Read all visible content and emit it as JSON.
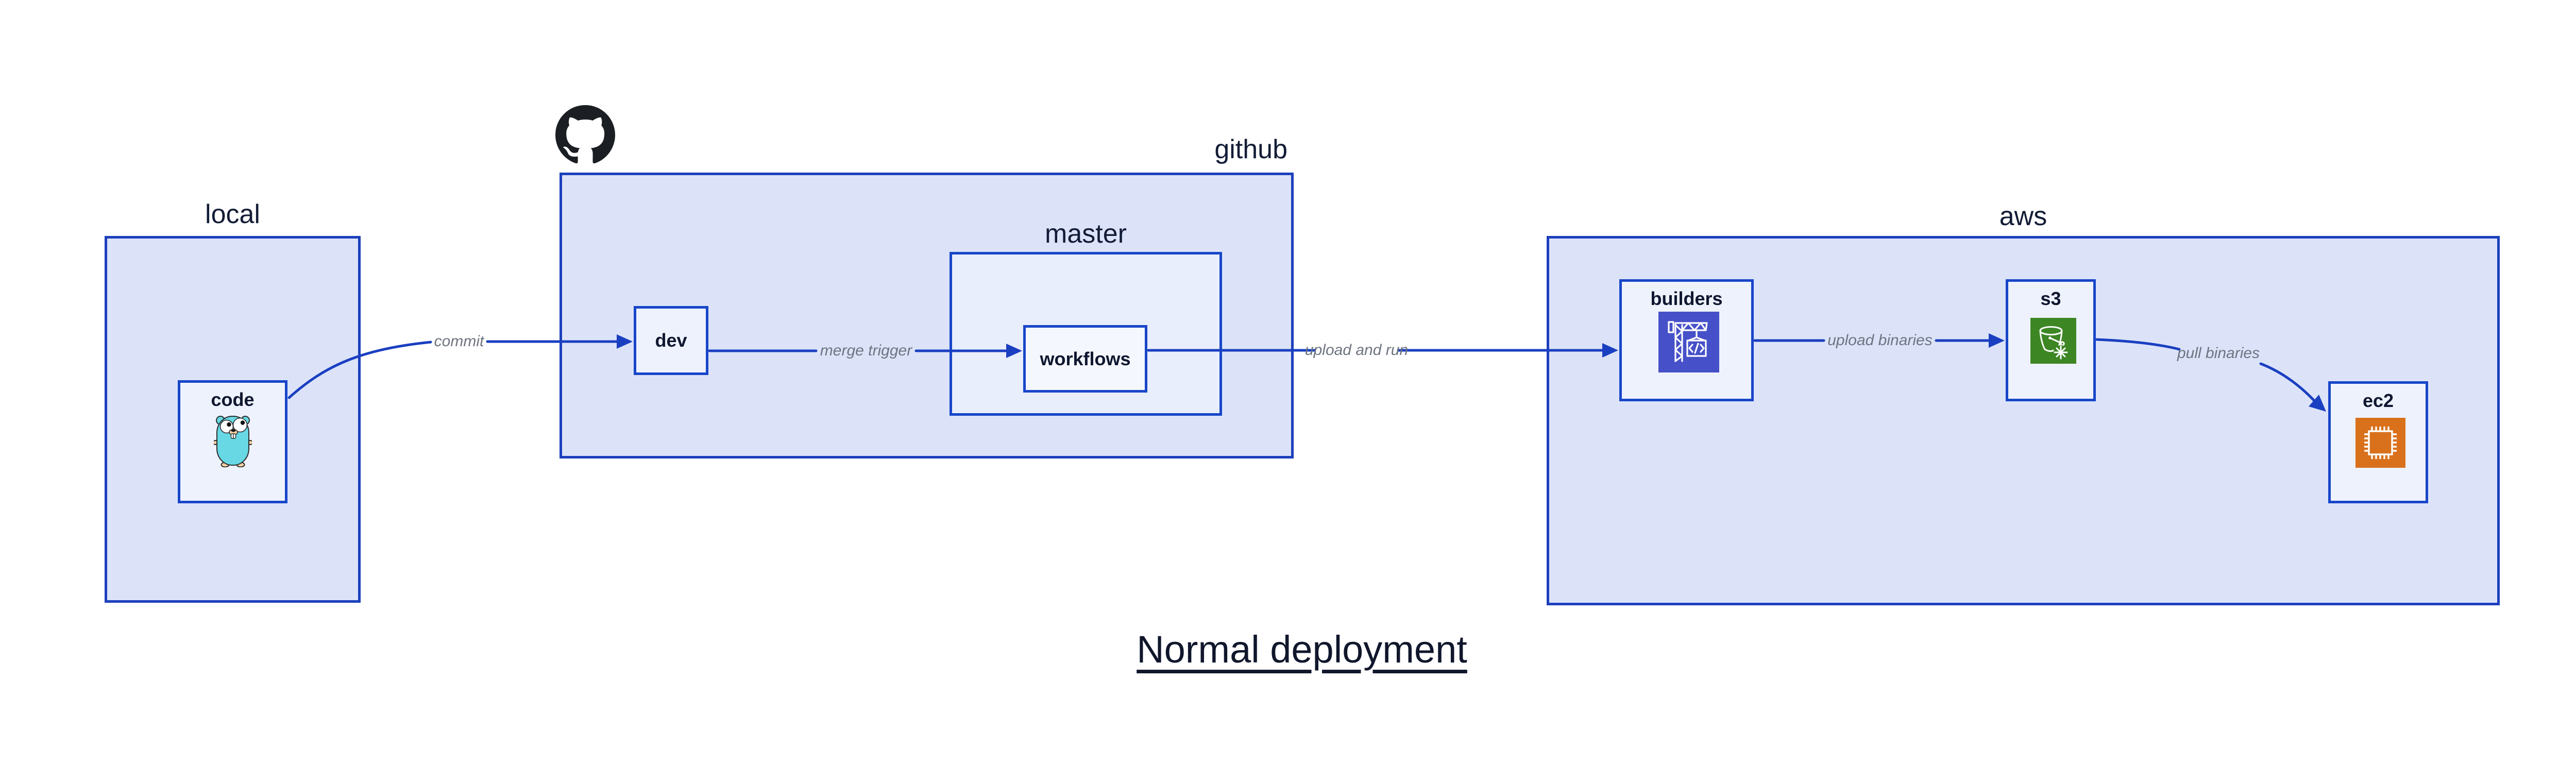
{
  "title": "Normal deployment",
  "groups": {
    "local": {
      "label": "local"
    },
    "github": {
      "label": "github"
    },
    "master": {
      "label": "master"
    },
    "aws": {
      "label": "aws"
    }
  },
  "nodes": {
    "code": {
      "label": "code",
      "icon": "go-gopher-icon"
    },
    "dev": {
      "label": "dev"
    },
    "workflows": {
      "label": "workflows"
    },
    "builders": {
      "label": "builders",
      "icon": "codebuild-crane-icon"
    },
    "s3": {
      "label": "s3",
      "icon": "s3-glacier-bucket-icon"
    },
    "ec2": {
      "label": "ec2",
      "icon": "ec2-chip-icon"
    }
  },
  "arrows": {
    "commit": {
      "label": "commit"
    },
    "merge_trigger": {
      "label": "merge trigger"
    },
    "upload_and_run": {
      "label": "upload and run"
    },
    "upload_binaries": {
      "label": "upload binaries"
    },
    "pull_binaries": {
      "label": "pull binaries"
    }
  },
  "icons": {
    "github_logo": "github-octocat-icon"
  },
  "colors": {
    "canvas_bg": "#ffffff",
    "group_fill": "#dce3f9",
    "master_fill": "#e9eefc",
    "node_fill": "#eef2fd",
    "workflows_fill": "#f5f7fe",
    "border_blue": "#1746c8",
    "arrow_blue": "#1a3fc1",
    "label_gray": "#6e7480",
    "text_dark": "#131c36",
    "github_black": "#1b1f23",
    "codebuild_indigo": "#4650c8",
    "s3_green": "#3d8624",
    "ec2_orange": "#d9711c",
    "gopher_teal": "#67d8e4"
  }
}
